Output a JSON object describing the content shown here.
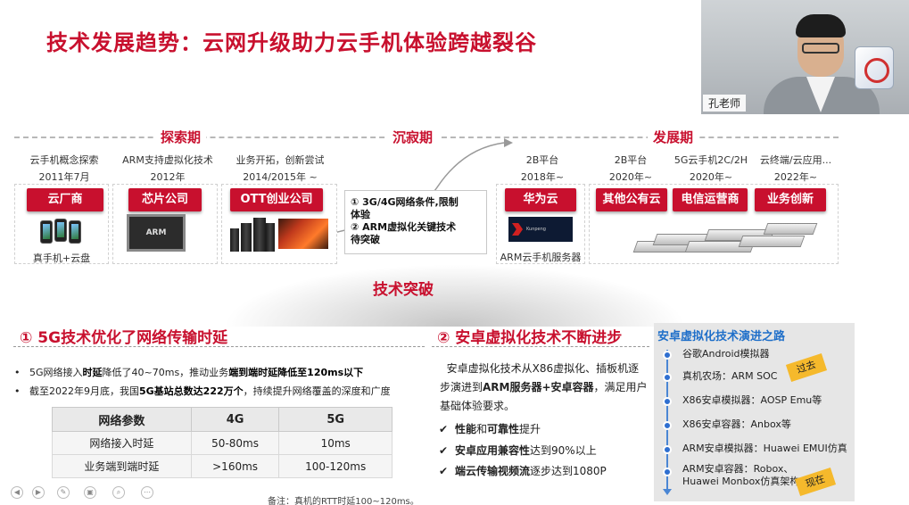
{
  "title": "技术发展趋势：云网升级助力云手机体验跨越裂谷",
  "webcam": {
    "name": "孔老师"
  },
  "timeline": {
    "periods": [
      "探索期",
      "沉寂期",
      "发展期"
    ],
    "columns": [
      {
        "desc": "云手机概念探索",
        "date": "2011年7月",
        "tag": "云厂商",
        "caption": "真手机+云盘"
      },
      {
        "desc": "ARM支持虚拟化技术",
        "date": "2012年",
        "tag": "芯片公司",
        "caption": "ARM"
      },
      {
        "desc": "业务开拓，创新尝试",
        "date": "2014/2015年 ~",
        "tag": "OTT创业公司"
      },
      {
        "desc": "2B平台",
        "date": "2018年~",
        "tag": "华为云",
        "caption": "ARM云手机服务器"
      },
      {
        "desc": "2B平台",
        "date": "2020年~",
        "tag": "其他公有云"
      },
      {
        "desc": "5G云手机2C/2H",
        "date": "2020年~",
        "tag": "电信运营商"
      },
      {
        "desc": "云终端/云应用...",
        "date": "2022年~",
        "tag": "业务创新"
      }
    ],
    "dormant_box": [
      "① 3G/4G网络条件,限制",
      "体验",
      "② ARM虚拟化关键技术",
      "待突破"
    ],
    "chip_label": "ARM"
  },
  "breakthrough": "技术突破",
  "left_section": {
    "title": "①  5G技术优化了网络传输时延",
    "bullets": [
      {
        "pre": "5G网络接入",
        "b1": "时延",
        "mid": "降低了40~70ms，推动业务",
        "b2": "端到端时延降低至120ms以下",
        "post": ""
      },
      {
        "pre": "截至2022年9月底，我国",
        "b1": "5G基站总数达222万个",
        "mid": "，持续提升网络覆盖的深度和广度",
        "b2": "",
        "post": ""
      }
    ],
    "table": {
      "headers": [
        "网络参数",
        "4G",
        "5G"
      ],
      "rows": [
        [
          "网络接入时延",
          "50-80ms",
          "10ms"
        ],
        [
          "业务端到端时延",
          ">160ms",
          "100-120ms"
        ]
      ]
    },
    "note": "备注：真机的RTT时延100~120ms。"
  },
  "right_section": {
    "title": "②  安卓虚拟化技术不断进步",
    "para_pre": "安卓虚拟化技术从X86虚拟化、插板机逐步演进到",
    "para_bold": "ARM服务器+安卓容器",
    "para_post": "，满足用户基础体验要求。",
    "checks": [
      {
        "bold": "性能",
        "mid": "和",
        "bold2": "可靠性",
        "post": "提升"
      },
      {
        "bold": "安卓应用兼容性",
        "mid": "达到90%以上",
        "bold2": "",
        "post": ""
      },
      {
        "bold": "端云传输视频流",
        "mid": "逐步达到1080P",
        "bold2": "",
        "post": ""
      }
    ]
  },
  "roadmap": {
    "title": "安卓虚拟化技术演进之路",
    "items": [
      "谷歌Android模拟器",
      "真机农场：ARM SOC",
      "X86安卓模拟器：AOSP Emu等",
      "X86安卓容器：Anbox等",
      "ARM安卓模拟器：Huawei EMUI仿真",
      "ARM安卓容器：Robox、",
      "Huawei Monbox仿真架构"
    ],
    "stamp_past": "过去",
    "stamp_now": "现在",
    "accent": "#1f6fc9"
  },
  "colors": {
    "brand_red": "#c8102e"
  },
  "controls": [
    "prev-icon",
    "next-icon",
    "pen-icon",
    "copy-icon",
    "search-icon",
    "menu-icon"
  ]
}
